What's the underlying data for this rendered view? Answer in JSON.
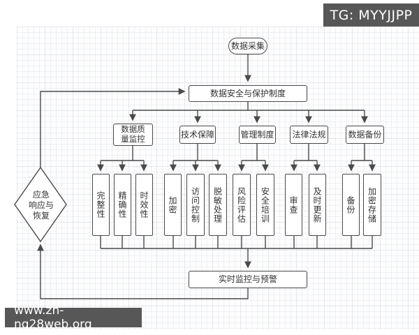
{
  "badge": {
    "text": "TG: MYYJJPP"
  },
  "watermark": {
    "text": "www.zh-ng28web.org"
  },
  "flowchart": {
    "start": "数据采集",
    "policy": "数据安全与保护制度",
    "branches": [
      {
        "label": "数据质\n量监控",
        "children": [
          "完整性",
          "精确性",
          "时效性"
        ]
      },
      {
        "label": "技术保障",
        "children": [
          "加密",
          "访问控制",
          "脱敏处理"
        ]
      },
      {
        "label": "管理制度",
        "children": [
          "风险评估",
          "安全培训"
        ]
      },
      {
        "label": "法律法规",
        "children": [
          "审查",
          "及时更新"
        ]
      },
      {
        "label": "数据备份",
        "children": [
          "备份",
          "加密存储"
        ]
      }
    ],
    "monitor": "实时监控与预警",
    "emergency": "应急\n响应与\n恢复"
  },
  "colors": {
    "line": "#4a4a4a",
    "badge_bg": "#575757",
    "badge_text": "#ffffff",
    "node_bg": "#ffffff",
    "text": "#333333"
  }
}
